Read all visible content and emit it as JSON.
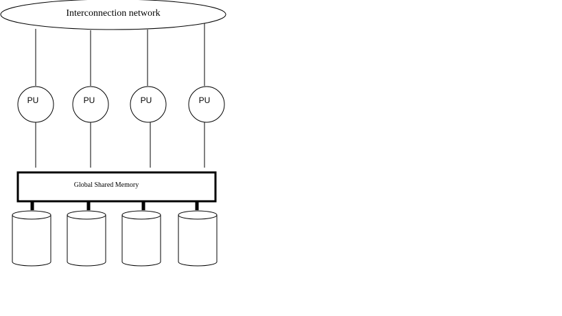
{
  "network": {
    "label": "Interconnection network"
  },
  "processing_units": [
    {
      "label": "PU"
    },
    {
      "label": "PU"
    },
    {
      "label": "PU"
    },
    {
      "label": "PU"
    }
  ],
  "memory": {
    "label": "Global Shared Memory"
  },
  "disk_count": 4,
  "colors": {
    "stroke": "#000000",
    "background": "#ffffff"
  }
}
